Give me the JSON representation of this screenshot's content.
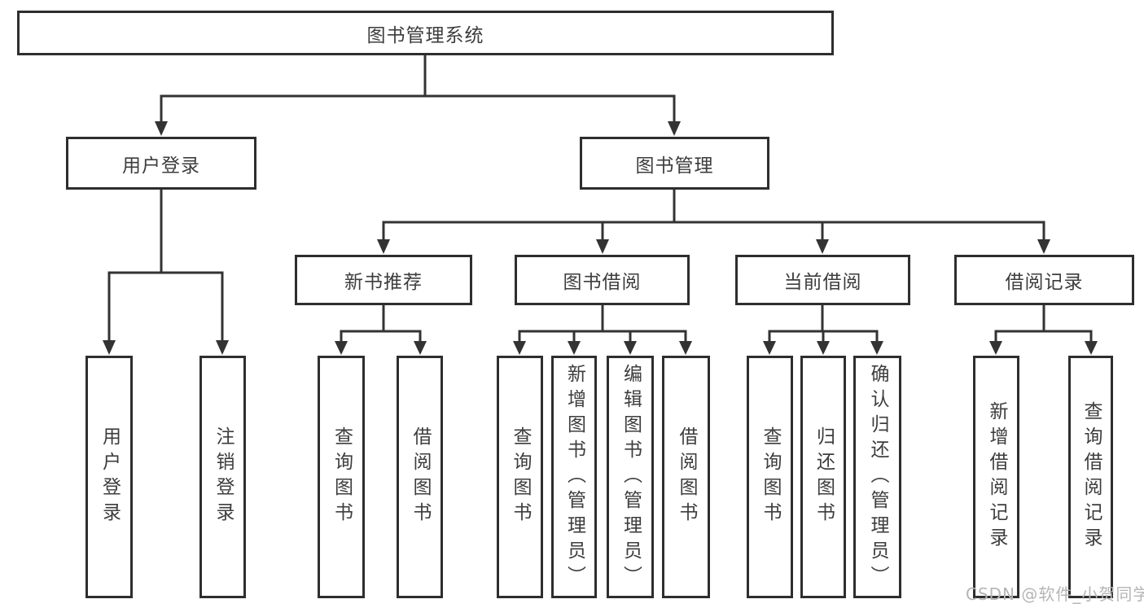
{
  "tree": {
    "label": "图书管理系统",
    "children": [
      {
        "label": "用户登录",
        "children": [
          {
            "label": "用户登录"
          },
          {
            "label": "注销登录"
          }
        ]
      },
      {
        "label": "图书管理",
        "children": [
          {
            "label": "新书推荐",
            "children": [
              {
                "label": "查询图书"
              },
              {
                "label": "借阅图书"
              }
            ]
          },
          {
            "label": "图书借阅",
            "children": [
              {
                "label": "查询图书"
              },
              {
                "label": "新增图书（管理员）"
              },
              {
                "label": "编辑图书（管理员）"
              },
              {
                "label": "借阅图书"
              }
            ]
          },
          {
            "label": "当前借阅",
            "children": [
              {
                "label": "查询图书"
              },
              {
                "label": "归还图书"
              },
              {
                "label": "确认归还（管理员）"
              }
            ]
          },
          {
            "label": "借阅记录",
            "children": [
              {
                "label": "新增借阅记录"
              },
              {
                "label": "查询借阅记录"
              }
            ]
          }
        ]
      }
    ]
  },
  "watermark": "CSDN @软件_小贺同学",
  "colors": {
    "line": "#333333",
    "box_border": "#2e2e2e",
    "text": "#3d3d3d",
    "watermark": "#b5b5b5",
    "background": "#ffffff"
  }
}
